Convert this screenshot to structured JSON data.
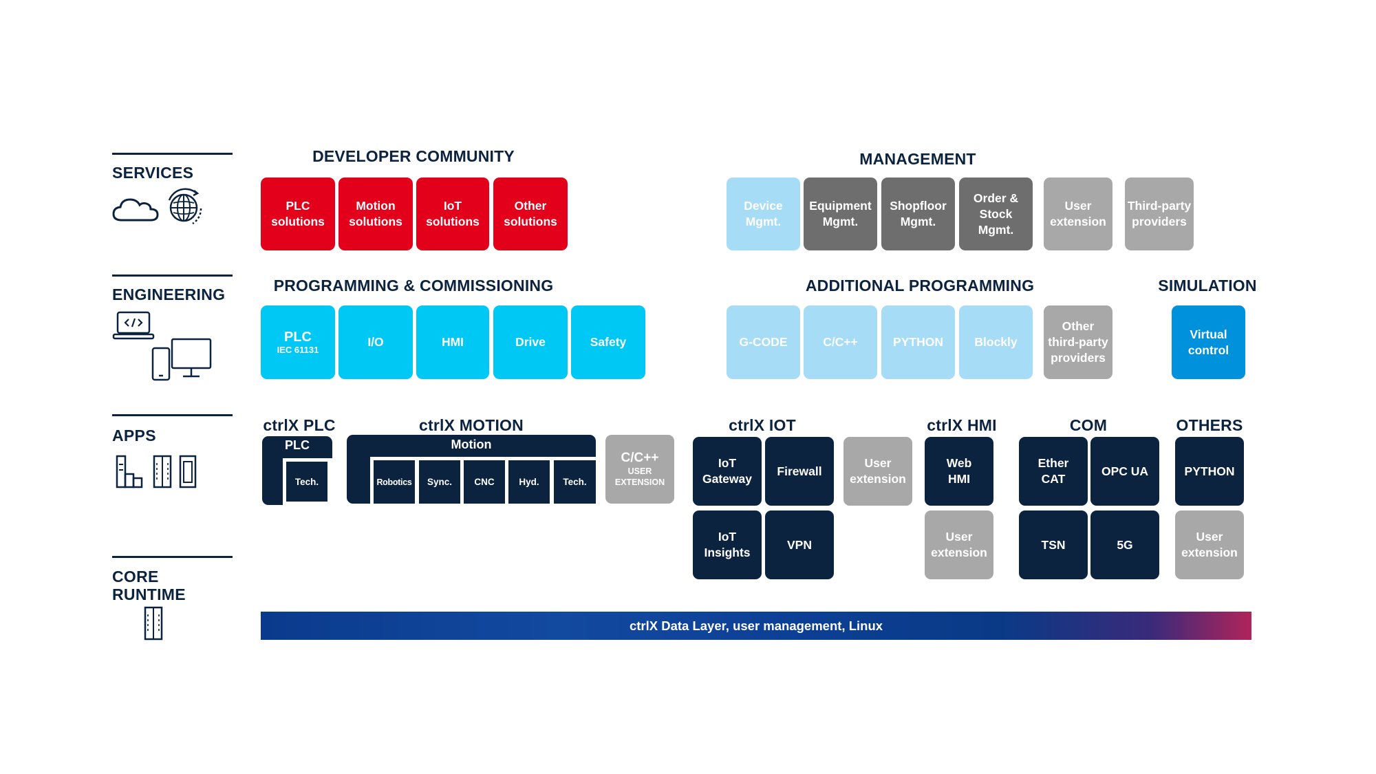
{
  "layers": {
    "services": "SERVICES",
    "engineering": "ENGINEERING",
    "apps": "APPS",
    "core_runtime_1": "CORE",
    "core_runtime_2": "RUNTIME"
  },
  "services": {
    "developer_community": {
      "title": "DEVELOPER COMMUNITY",
      "items": [
        "PLC\nsolutions",
        "Motion\nsolutions",
        "IoT\nsolutions",
        "Other\nsolutions"
      ]
    },
    "management": {
      "title": "MANAGEMENT",
      "items": [
        "Device\nMgmt.",
        "Equipment\nMgmt.",
        "Shopfloor\nMgmt.",
        "Order &\nStock\nMgmt.",
        "User\nextension",
        "Third-party\nproviders"
      ]
    }
  },
  "engineering": {
    "programming": {
      "title": "PROGRAMMING & COMMISSIONING",
      "plc": "PLC",
      "plc_sub": "IEC 61131",
      "items": [
        "I/O",
        "HMI",
        "Drive",
        "Safety"
      ]
    },
    "additional": {
      "title": "ADDITIONAL PROGRAMMING",
      "items": [
        "G-CODE",
        "C/C++",
        "PYTHON",
        "Blockly",
        "Other\nthird-party\nproviders"
      ]
    },
    "simulation": {
      "title": "SIMULATION",
      "item": "Virtual\ncontrol"
    }
  },
  "apps": {
    "plc": {
      "title": "ctrlX PLC",
      "label": "PLC",
      "tech": "Tech."
    },
    "motion": {
      "title": "ctrlX MOTION",
      "label": "Motion",
      "items": [
        "Robotics",
        "Sync.",
        "CNC",
        "Hyd.",
        "Tech."
      ]
    },
    "cpp": {
      "label": "C/C++",
      "sub": "USER\nEXTENSION"
    },
    "iot": {
      "title": "ctrlX IOT",
      "items": [
        "IoT\nGateway",
        "Firewall",
        "IoT\nInsights",
        "VPN"
      ],
      "user_ext": "User\nextension"
    },
    "hmi": {
      "title": "ctrlX HMI",
      "web": "Web\nHMI",
      "user_ext": "User\nextension"
    },
    "com": {
      "title": "COM",
      "items": [
        "Ether\nCAT",
        "OPC UA",
        "TSN",
        "5G"
      ]
    },
    "others": {
      "title": "OTHERS",
      "python": "PYTHON",
      "user_ext": "User\nextension"
    }
  },
  "core": {
    "data_layer": "ctrlX Data Layer, user management, Linux"
  },
  "icons": [
    "cloud-icon",
    "globe-sync-icon",
    "laptop-code-icon",
    "tablet-monitor-icon",
    "device-modules-icon",
    "runtime-module-icon"
  ],
  "colors": {
    "navy": "#0c2340",
    "red": "#e2001a",
    "cyan": "#00c8f5",
    "light_blue": "#a7dcf6",
    "blue": "#0091dc",
    "dark_gray": "#6e6e6e",
    "light_gray": "#a8a8a8"
  }
}
